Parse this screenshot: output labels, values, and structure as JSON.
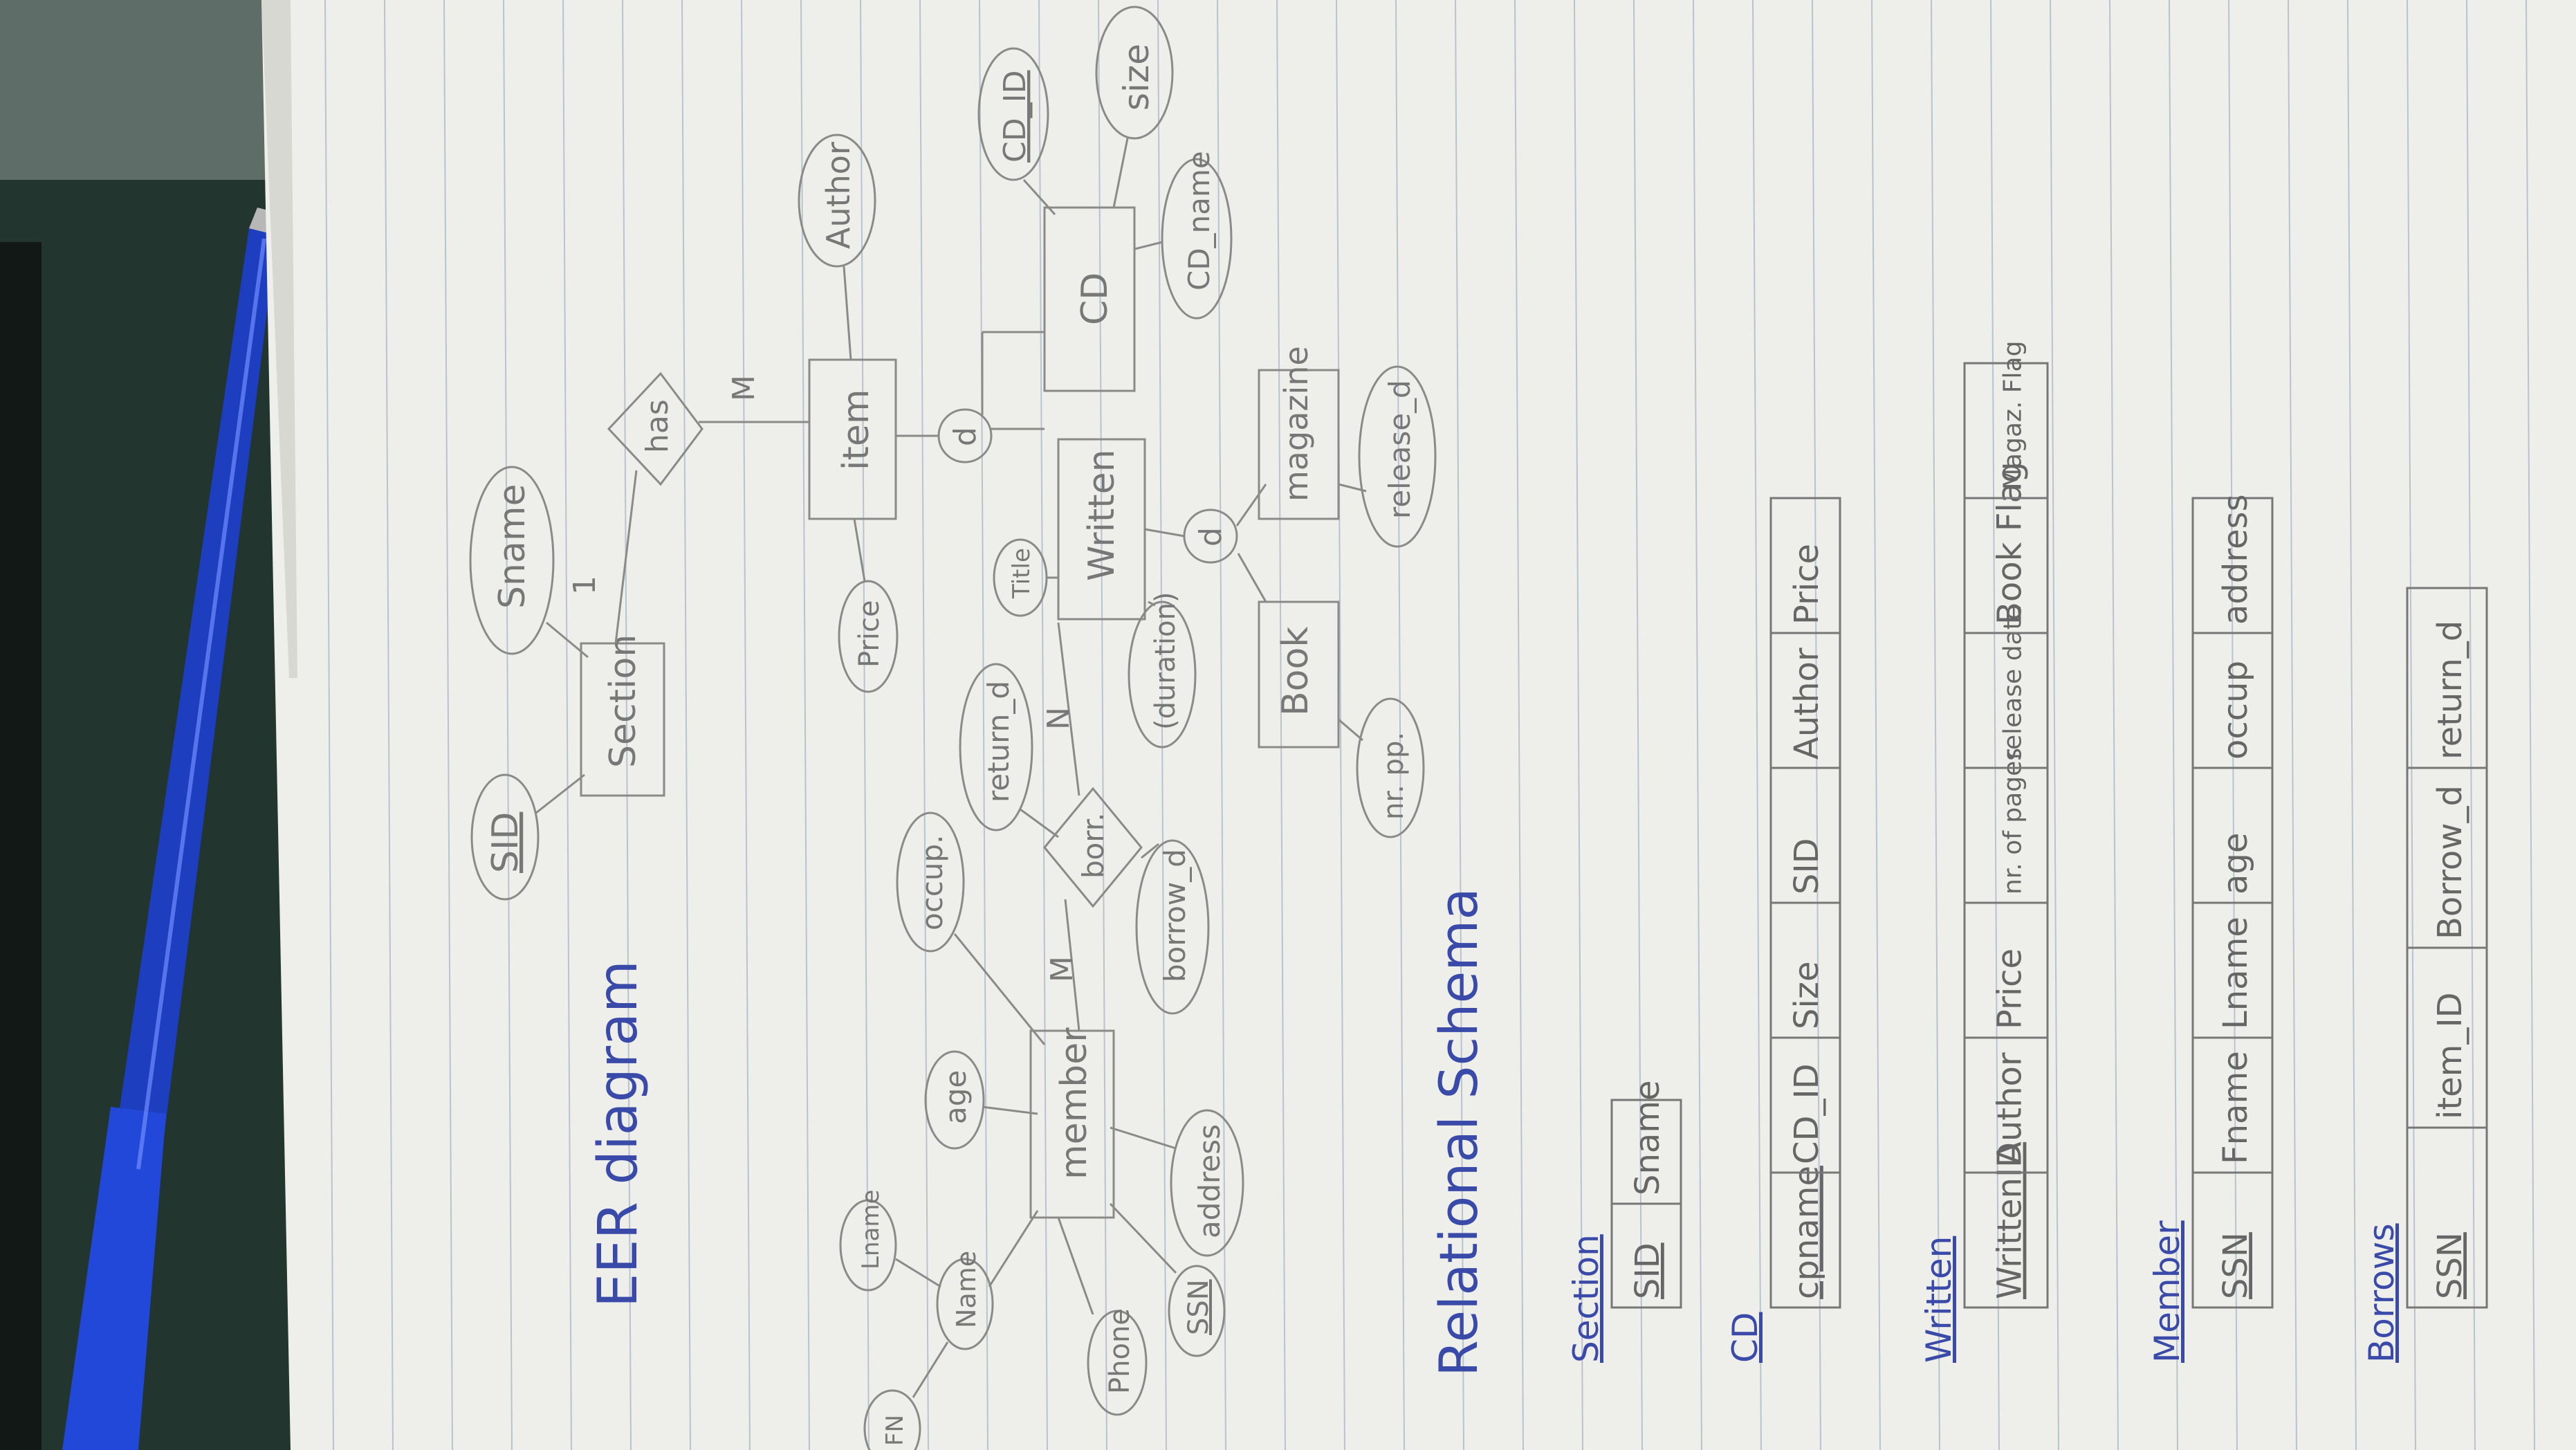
{
  "eer": {
    "title": "EER diagram",
    "entities": {
      "section": "Section",
      "item": "item",
      "cd": "CD",
      "member": "member",
      "written": "Written",
      "book": "Book",
      "magazine": "magazine"
    },
    "relationships": {
      "has": "has",
      "borr": "borr."
    },
    "attributes": {
      "sid": "SID",
      "sname": "Sname",
      "author": "Author",
      "cd_id": "CD_ID",
      "size": "size",
      "cd_name": "CD_name",
      "price": "Price",
      "title": "Title",
      "duration": "(duration)",
      "nr_pages": "nr. pp.",
      "release_d": "release_d",
      "return_d": "return_d",
      "occup": "occup.",
      "borrow_d": "borrow_d",
      "age": "age",
      "lname": "Lname",
      "name": "Name",
      "fn": "FN",
      "phone": "Phone",
      "ssn": "SSN",
      "address": "address"
    },
    "cardinalities": {
      "section_has": "1",
      "has_item": "M",
      "borr_member": "M",
      "borr_item": "N"
    },
    "disjoint": "d"
  },
  "schema": {
    "title": "Relational Schema",
    "tables": [
      {
        "name": "Section",
        "columns": [
          "SID",
          "Sname"
        ]
      },
      {
        "name": "CD",
        "columns": [
          "cpname",
          "CD_ID",
          "Size",
          "SID",
          "Author",
          "Price"
        ]
      },
      {
        "name": "Written",
        "columns": [
          "WrittenID",
          "Author",
          "Price",
          "nr. of pages",
          "release date",
          "Book Flag",
          "Magaz. Flag"
        ]
      },
      {
        "name": "Member",
        "columns": [
          "SSN",
          "Fname",
          "Lname",
          "age",
          "occup",
          "address"
        ]
      },
      {
        "name": "Borrows",
        "columns": [
          "SSN",
          "item_ID",
          "Borrow_d",
          "return_d"
        ]
      }
    ]
  }
}
